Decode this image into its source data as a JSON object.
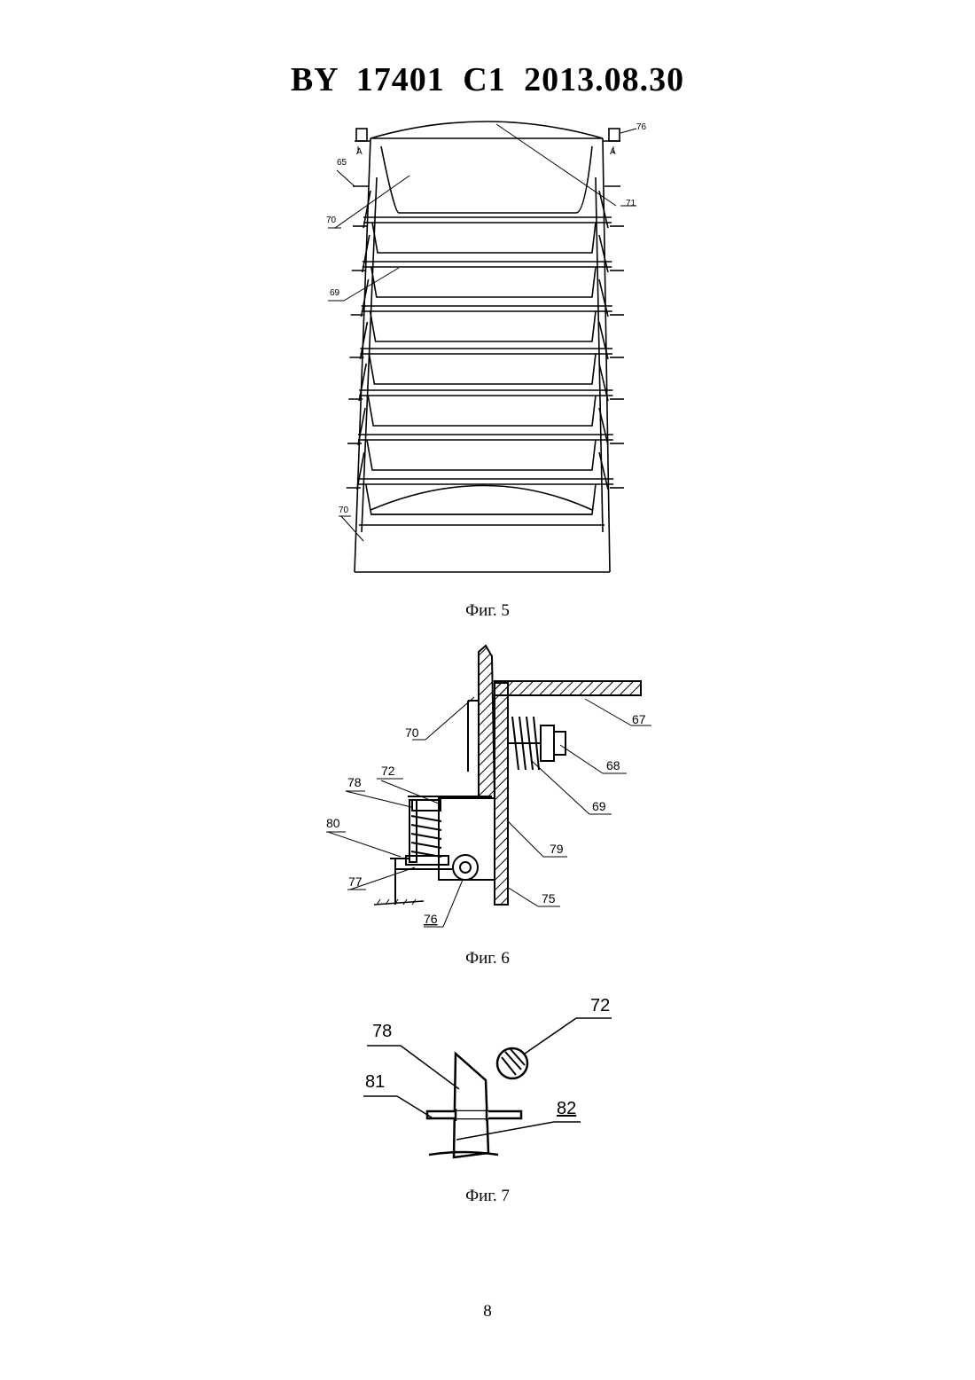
{
  "header": {
    "title": "BY  17401  C1  2013.08.30"
  },
  "figures": [
    {
      "caption": "Фиг. 5",
      "labels": [
        "76",
        "65",
        "71",
        "70",
        "69",
        "70",
        "A",
        "A"
      ]
    },
    {
      "caption": "Фиг. 6",
      "labels": [
        "70",
        "67",
        "68",
        "72",
        "78",
        "69",
        "80",
        "79",
        "77",
        "75",
        "76"
      ]
    },
    {
      "caption": "Фиг. 7",
      "labels": [
        "72",
        "78",
        "81",
        "82"
      ]
    }
  ],
  "page": {
    "number": "8"
  }
}
